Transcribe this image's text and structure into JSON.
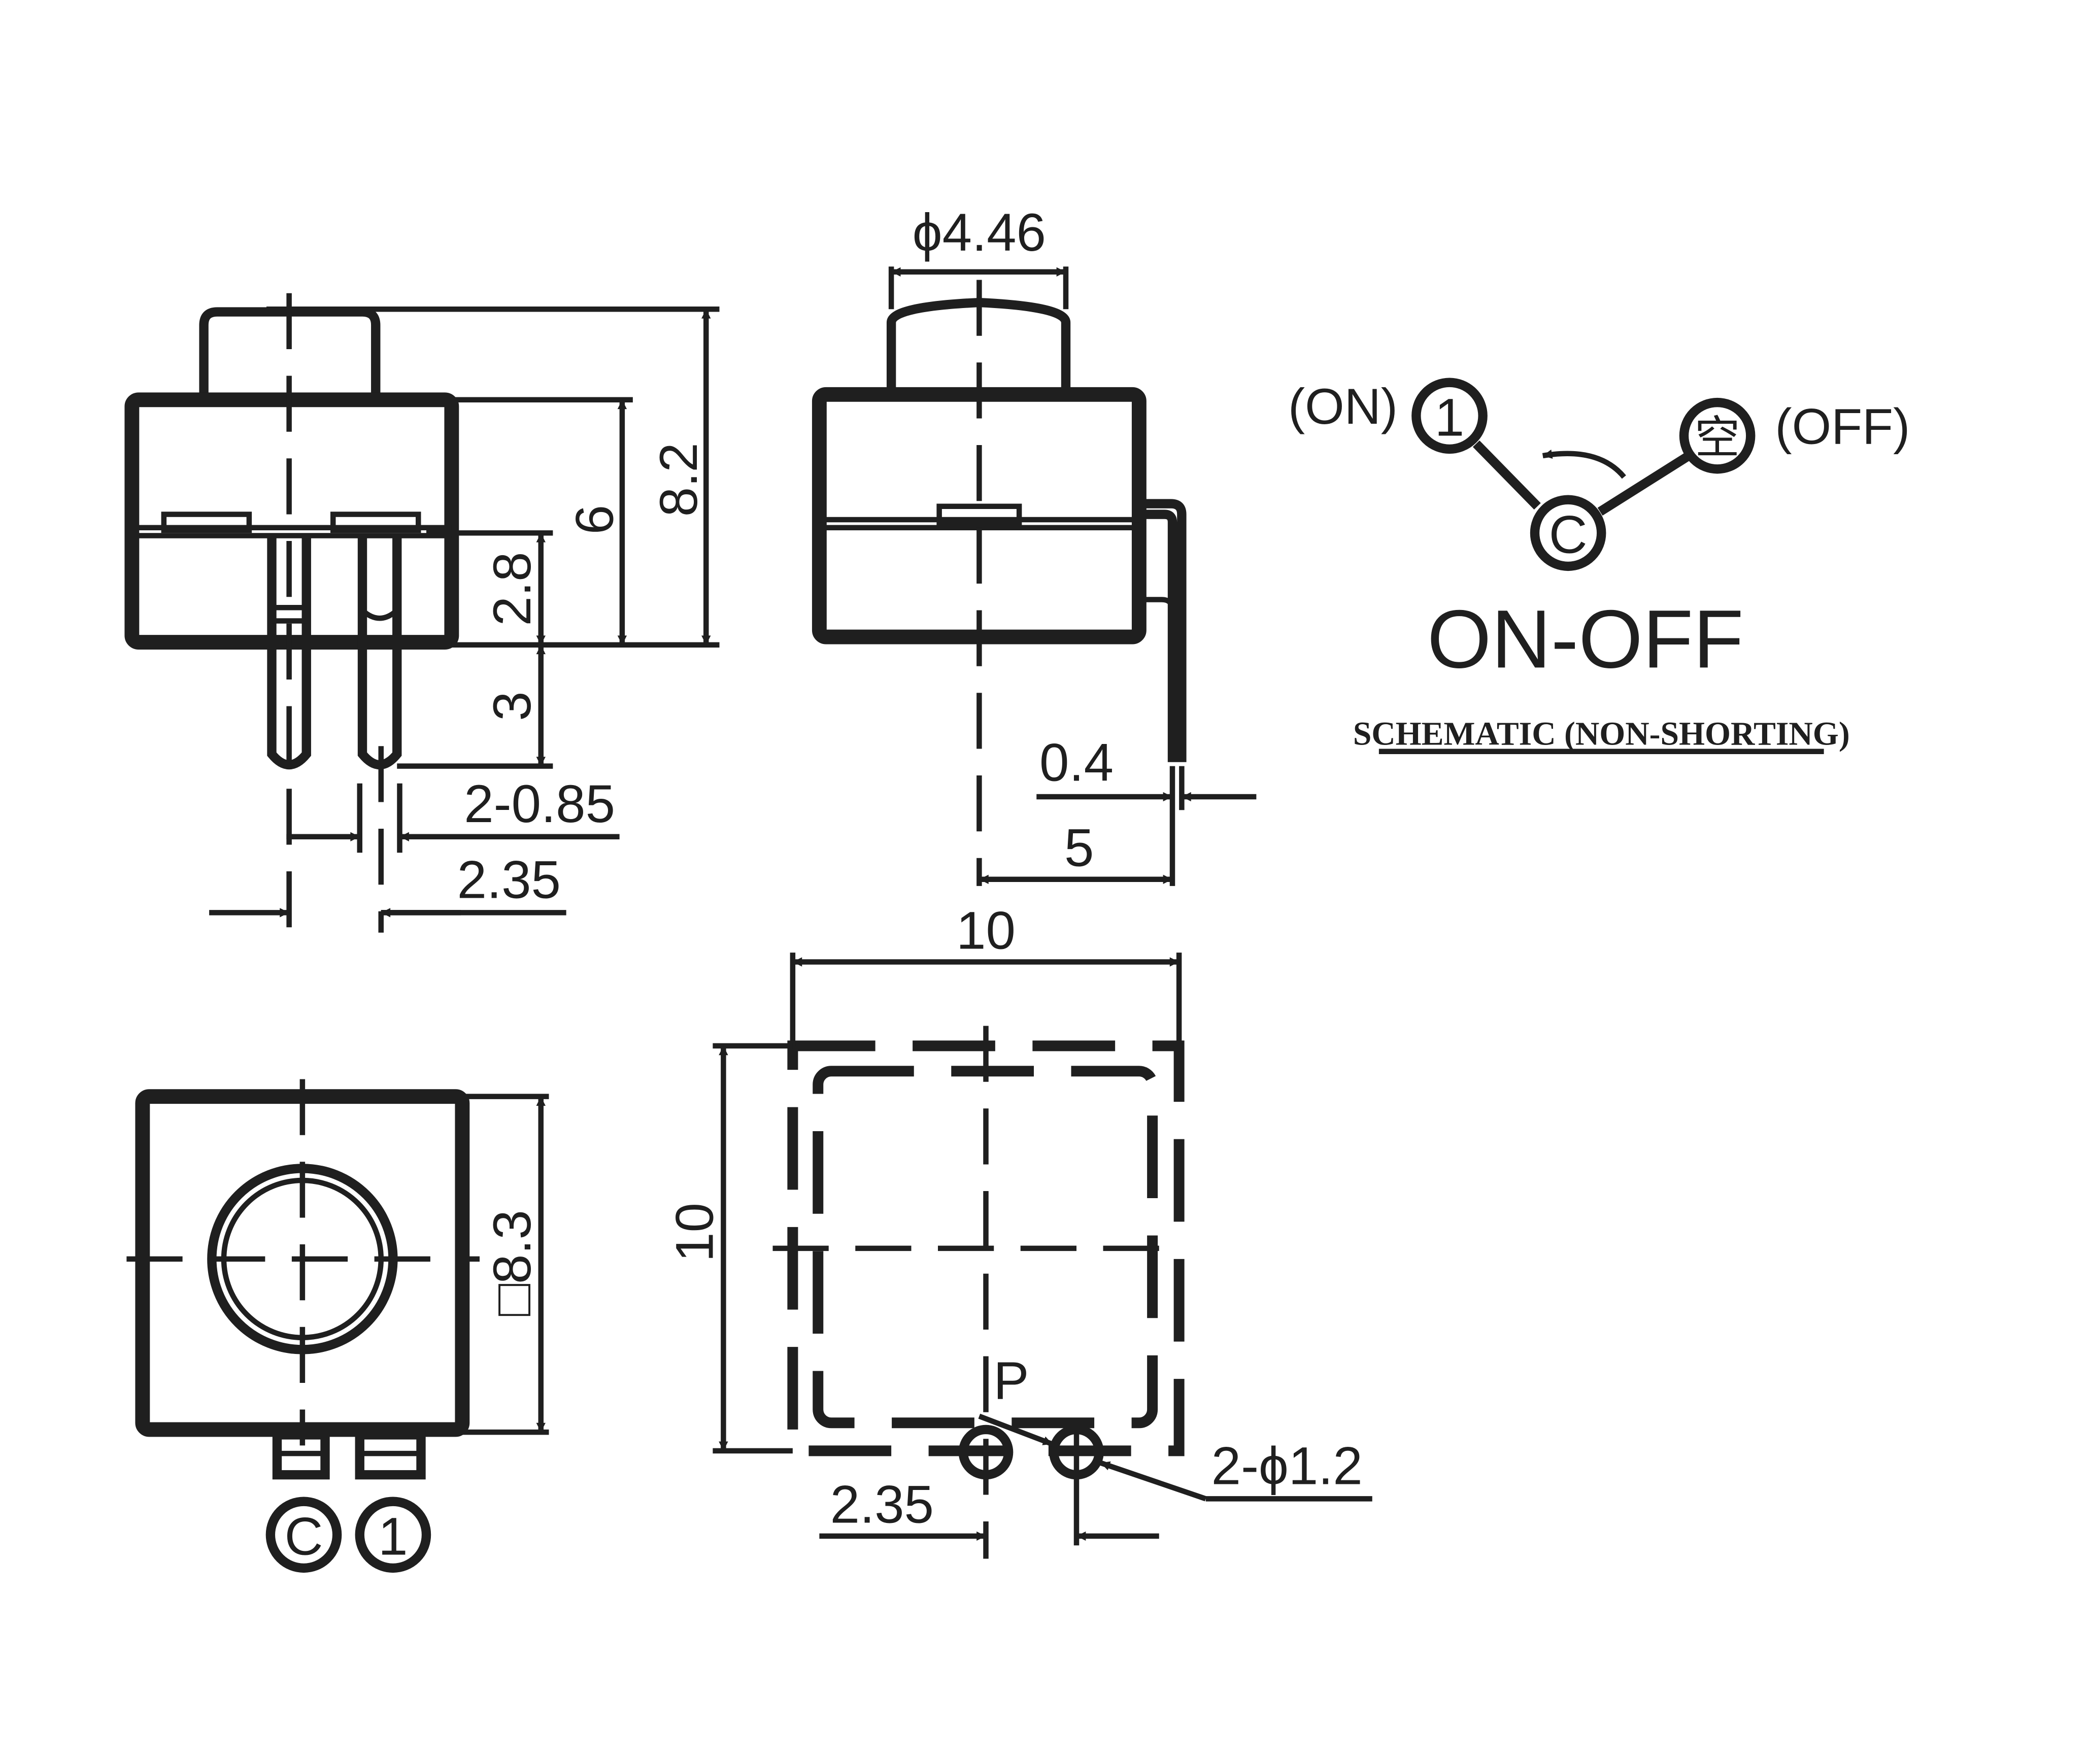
{
  "side_view": {
    "dim_total_height": "8.2",
    "dim_body_height": "6",
    "dim_lower_body": "2.8",
    "dim_pin_length": "3",
    "dim_pin_width": "2-0.85",
    "dim_pin_pitch": "2.35"
  },
  "front_view": {
    "dim_button_diameter": "ϕ4.46",
    "dim_pin_thickness": "0.4",
    "dim_pin_offset": "5"
  },
  "top_view": {
    "dim_body_size": "□8.3",
    "terminal_common": "C",
    "terminal_one": "1"
  },
  "footprint": {
    "dim_width": "10",
    "dim_height": "10",
    "label_pin": "P",
    "dim_holes": "2-ϕ1.2",
    "dim_pitch": "2.35"
  },
  "schematic": {
    "label_on": "(ON)",
    "terminal_one": "1",
    "terminal_common": "C",
    "terminal_off_symbol": "空",
    "label_off": "(OFF)",
    "title": "ON-OFF",
    "subtitle": "SCHEMATIC (NON-SHORTING)"
  },
  "colors": {
    "ink": "#1f1f1f",
    "background": "#ffffff"
  }
}
